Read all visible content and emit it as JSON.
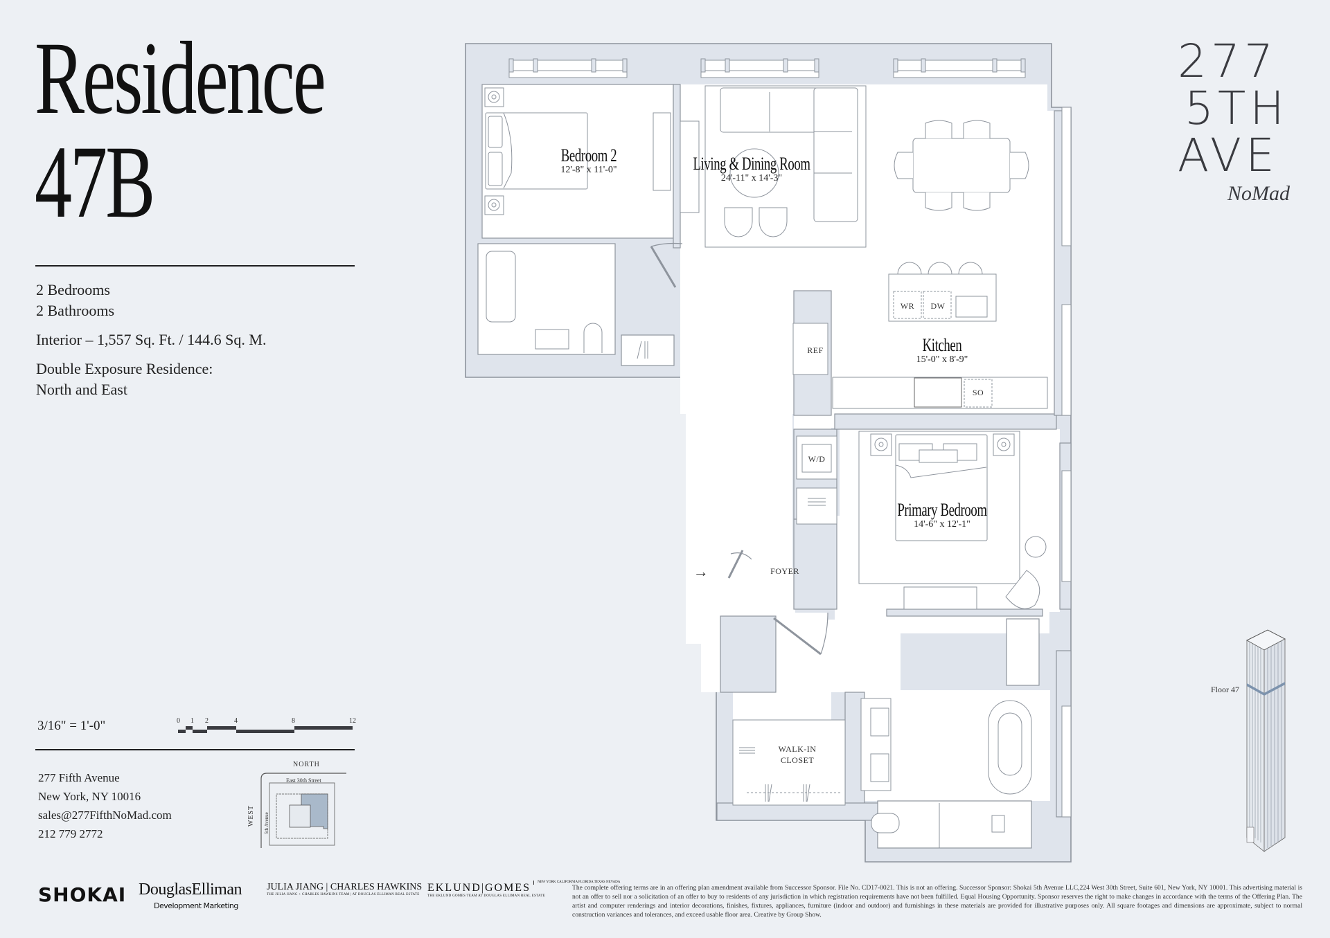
{
  "header": {
    "title_line1": "Residence",
    "title_line2": "47B"
  },
  "facts": {
    "bedrooms": "2 Bedrooms",
    "bathrooms": "2 Bathrooms",
    "interior": "Interior – 1,557 Sq. Ft. / 144.6 Sq. M.",
    "exposure_line1": "Double Exposure Residence:",
    "exposure_line2": "North and East"
  },
  "scale": {
    "label": "3/16\" = 1'-0\"",
    "ticks": [
      "0",
      "1",
      "2",
      "4",
      "8",
      "12"
    ]
  },
  "address": {
    "street": "277 Fifth Avenue",
    "city": "New York, NY 10016",
    "email": "sales@277FifthNoMad.com",
    "phone": "212 779 2772"
  },
  "keymap": {
    "north": "NORTH",
    "west": "WEST",
    "street": "East 30th Street",
    "avenue": "5th Avenue"
  },
  "brand": {
    "line1": "277",
    "line2": "5TH",
    "line3": "AVE",
    "neighborhood": "NoMad"
  },
  "building": {
    "floor_label": "Floor 47"
  },
  "plan": {
    "rooms": [
      {
        "name": "Bedroom 2",
        "dims": "12'-8\" x 11'-0\""
      },
      {
        "name": "Living & Dining Room",
        "dims": "24'-11\" x 14'-3\""
      },
      {
        "name": "Kitchen",
        "dims": "15'-0\" x 8'-9\""
      },
      {
        "name": "Primary Bedroom",
        "dims": "14'-6\" x 12'-1\""
      }
    ],
    "tags": {
      "wr": "WR",
      "dw": "DW",
      "ref": "REF",
      "so": "SO",
      "wd": "W/D",
      "foyer": "FOYER",
      "walkin_line1": "WALK-IN",
      "walkin_line2": "CLOSET",
      "entry_arrow": "→"
    }
  },
  "logos": {
    "shokai": "SHOKAI",
    "douglas_elliman": "DouglasElliman",
    "douglas_elliman_sub": "Development Marketing",
    "julia_jiang": "JULIA JIANG | CHARLES HAWKINS",
    "julia_jiang_sub": "THE JULIA JIANG + CHARLES HAWKINS TEAM | AT DOUGLAS ELLIMAN REAL ESTATE",
    "eklund_gomes": "EKLUND|GOMES",
    "eklund_gomes_sub": "THE EKLUND GOMES TEAM AT DOUGLAS ELLIMAN REAL ESTATE",
    "eklund_states": "NEW YORK CALIFORNIA FLORIDA TEXAS NEVADA"
  },
  "disclaimer": "The complete offering terms are in an offering plan amendment available from Successor Sponsor. File No. CD17-0021. This is not an offering. Successor Sponsor: Shokai 5th Avenue LLC,224 West 30th Street, Suite 601, New York, NY 10001. This advertising material is not an offer to sell nor a solicitation of an offer to buy to residents of any jurisdiction in which registration requirements have not been fulfilled. Equal Housing Opportunity. Sponsor reserves the right to make changes in accordance with the terms of the Offering Plan. The artist and computer renderings and interior decorations, finishes, fixtures, appliances, furniture (indoor and outdoor) and furnishings in these materials are provided for illustrative purposes only. All square footages and dimensions are approximate, subject to normal construction variances and tolerances, and exceed usable floor area. Creative by Group Show.",
  "colors": {
    "background": "#edf0f4",
    "wall_fill": "#dfe4ec",
    "wall_stroke": "#8e949d",
    "room_fill": "#ffffff",
    "keymap_highlight": "#a9b9ca",
    "text": "#1d1d1f"
  }
}
